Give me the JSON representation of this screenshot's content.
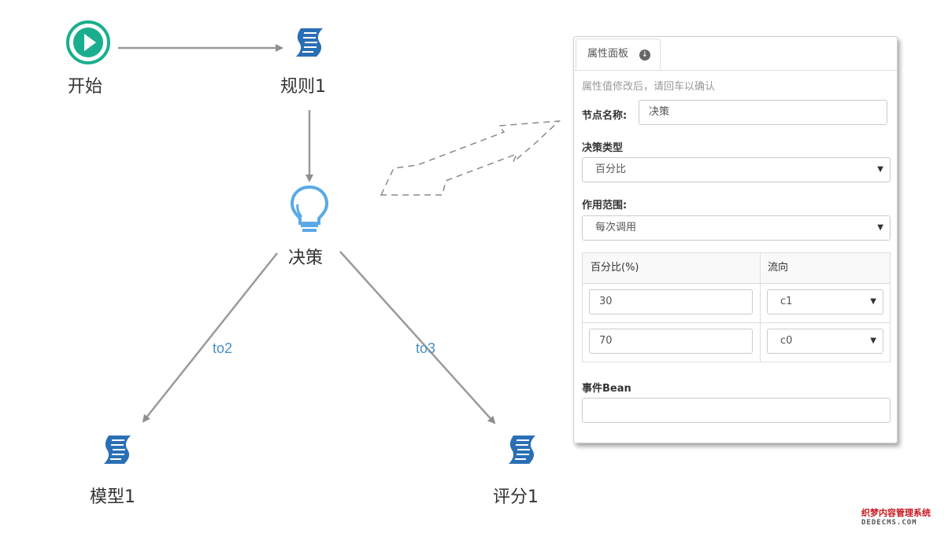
{
  "flow": {
    "nodes": {
      "start": "开始",
      "rule1": "规则1",
      "decision": "决策",
      "model1": "模型1",
      "score1": "评分1"
    },
    "edges": {
      "to2": "to2",
      "to3": "to3"
    }
  },
  "panel": {
    "tab_label": "属性面板",
    "hint": "属性值修改后，请回车以确认",
    "node_name_label": "节点名称:",
    "node_name_value": "决策",
    "decision_type_label": "决策类型",
    "decision_type_value": "百分比",
    "scope_label": "作用范围:",
    "scope_value": "每次调用",
    "table": {
      "headers": [
        "百分比(%)",
        "流向"
      ],
      "rows": [
        {
          "percent": "30",
          "flow": "c1"
        },
        {
          "percent": "70",
          "flow": "c0"
        }
      ]
    },
    "event_bean_label": "事件Bean",
    "event_bean_value": ""
  },
  "watermark": {
    "line1": "织梦内容管理系统",
    "line2": "DEDECMS.COM"
  },
  "colors": {
    "start_icon": "#1aae8e",
    "rule_icon": "#2a6fb5",
    "bulb_icon": "#5aa9e6",
    "edge": "#9a9a9a",
    "edge_label": "#4a90c8"
  }
}
